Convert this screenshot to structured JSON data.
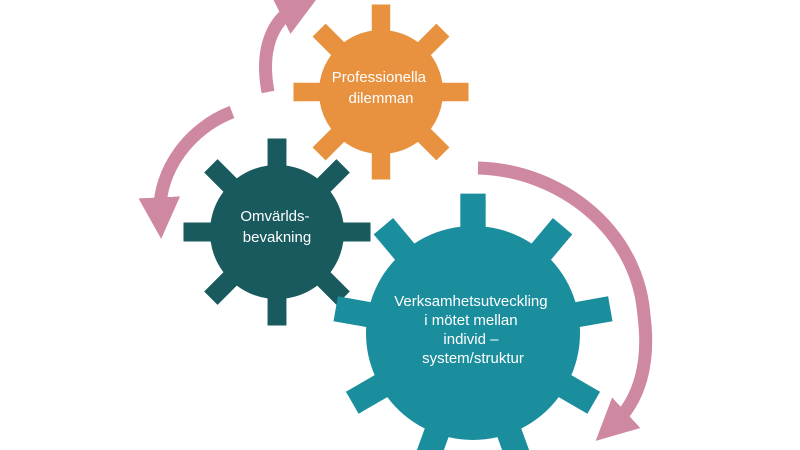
{
  "colors": {
    "orange_gear": "#E8913E",
    "dark_teal_gear": "#195A5E",
    "teal_gear": "#1B8E9E",
    "arrow": "#CF88A2",
    "label_text": "#FFFFFF"
  },
  "gears": {
    "professional_dilemmas": {
      "line1": "Professionella",
      "line2": "dilemman"
    },
    "environment_monitoring": {
      "line1": "Omvärlds-",
      "line2": "bevakning"
    },
    "business_development": {
      "line1": "Verksamhetsutveckling",
      "line2": "i mötet mellan",
      "line3": "individ –",
      "line4": "system/struktur"
    }
  }
}
